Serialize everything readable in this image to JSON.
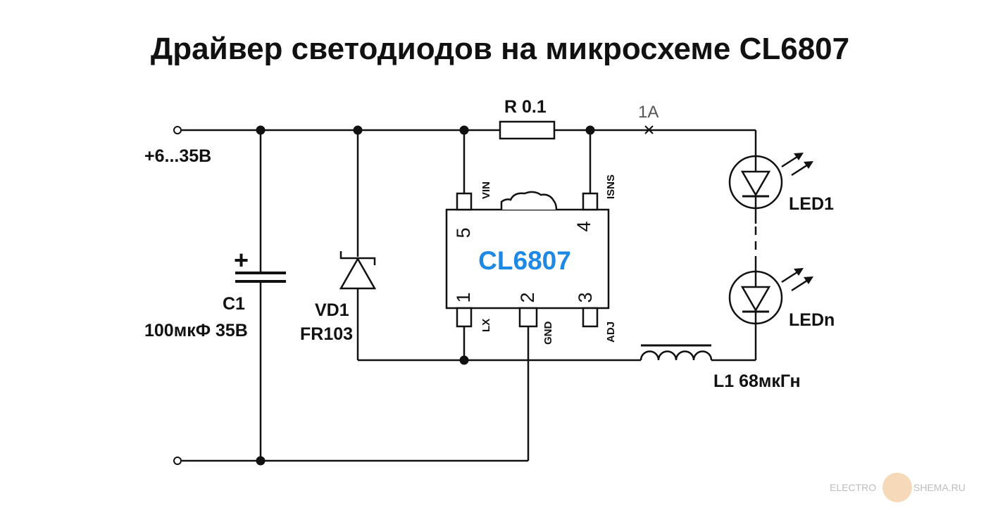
{
  "title": "Драйвер светодиодов на микросхеме CL6807",
  "supply": {
    "voltage": "+6...35В"
  },
  "resistor": {
    "label": "R  0.1"
  },
  "current": {
    "label": "1А"
  },
  "capacitor": {
    "ref": "C1",
    "value": "100мкФ 35В",
    "polarity": "+"
  },
  "diode": {
    "ref": "VD1",
    "part": "FR103"
  },
  "ic": {
    "name": "CL6807",
    "pins": [
      {
        "num": "5",
        "name": "VIN"
      },
      {
        "num": "4",
        "name": "ISNS"
      },
      {
        "num": "1",
        "name": "LX"
      },
      {
        "num": "2",
        "name": "GND"
      },
      {
        "num": "3",
        "name": "ADJ"
      }
    ]
  },
  "leds": [
    {
      "ref": "LED1"
    },
    {
      "ref": "LEDn"
    }
  ],
  "inductor": {
    "label": "L1  68мкГн"
  },
  "watermark": {
    "left": "ELECTRO",
    "right": "SHEMA.RU"
  },
  "colors": {
    "ic_name": "#1e88e5",
    "wire": "#111111",
    "current_label": "#555555",
    "watermark": "#bdbdbd",
    "watermark_logo": "#f5d9b8"
  }
}
